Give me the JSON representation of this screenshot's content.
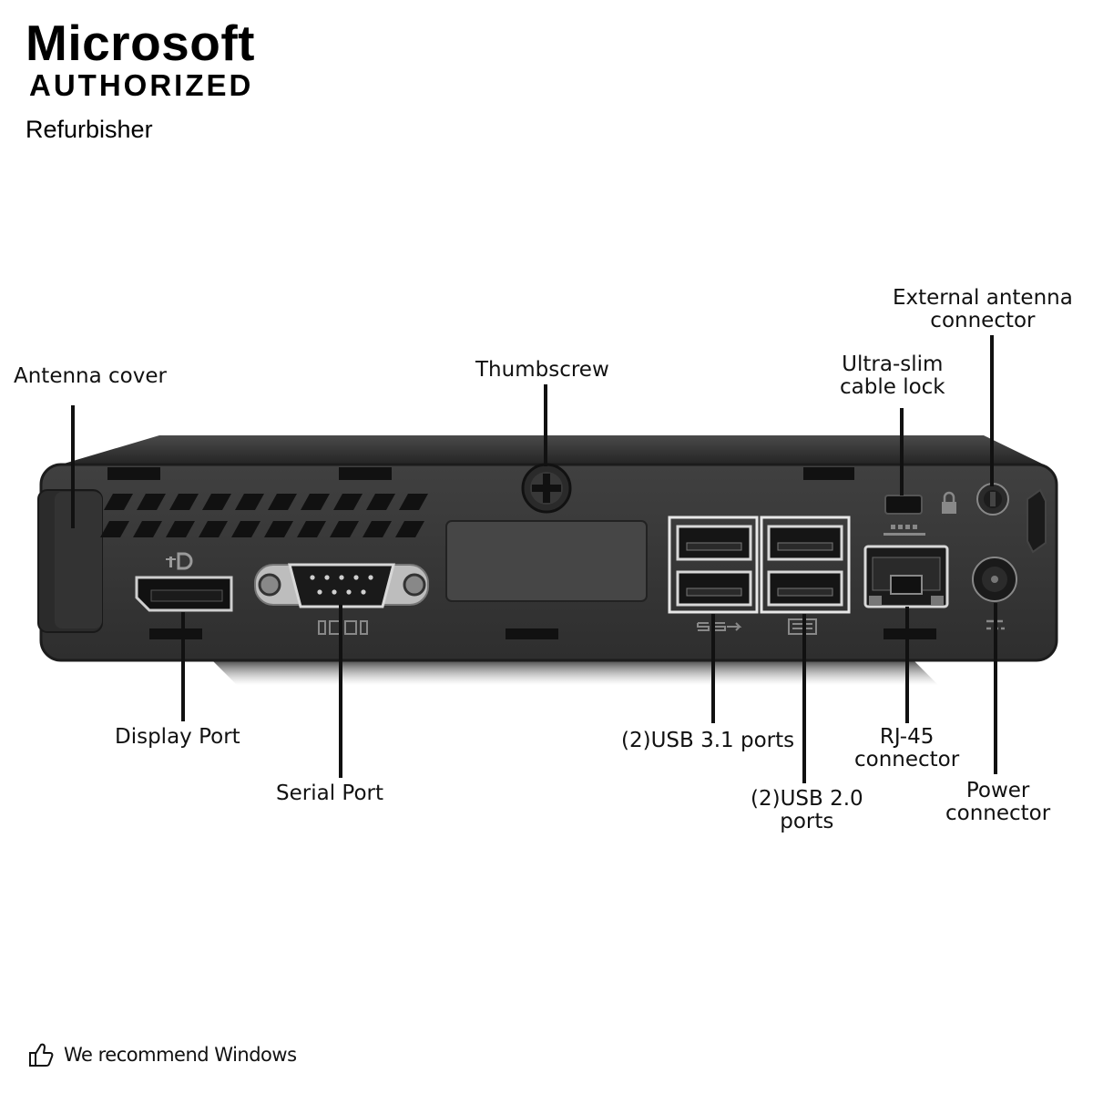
{
  "badge": {
    "brand": "Microsoft",
    "authorized": "AUTHORIZED",
    "refurbisher": "Refurbisher"
  },
  "labels": {
    "antenna_cover": "Antenna cover",
    "thumbscrew": "Thumbscrew",
    "cable_lock": [
      "Ultra-slim",
      "cable lock"
    ],
    "external_antenna": [
      "External antenna",
      "connector"
    ],
    "display_port": "Display Port",
    "serial_port": "Serial Port",
    "usb31": "(2)USB 3.1 ports",
    "usb20": [
      "(2)USB 2.0",
      "ports"
    ],
    "rj45": [
      "RJ-45",
      "connector"
    ],
    "power": [
      "Power",
      "connector"
    ]
  },
  "footer": {
    "text": "We recommend Windows"
  },
  "icons": {
    "thumbs_up": "thumbs-up-icon",
    "lock": "lock-icon",
    "network": "network-icon",
    "displayport": "displayport-icon",
    "usb_ss": "usb-superspeed-icon",
    "power": "power-icon"
  },
  "colors": {
    "chassis": "#2a2a2a",
    "panel": "#3a3a3a",
    "leader": "#111111",
    "port_outline": "#e8e8e8"
  }
}
